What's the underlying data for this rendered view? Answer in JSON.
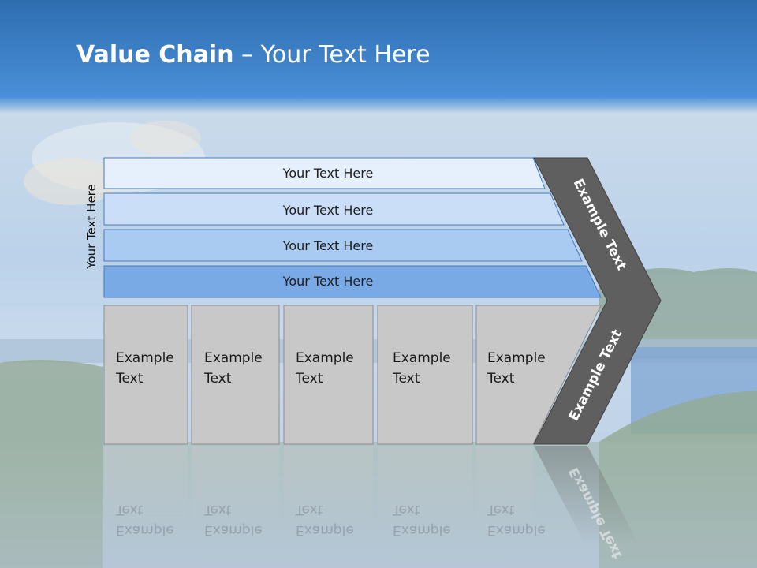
{
  "slide": {
    "title_bold": "Value Chain",
    "title_rest": " – Your Text Here",
    "side_label": "Your Text Here"
  },
  "bars": [
    {
      "label": "Your Text Here",
      "color": "#e6f0fc"
    },
    {
      "label": "Your Text Here",
      "color": "#cadff7"
    },
    {
      "label": "Your Text Here",
      "color": "#a9caf1"
    },
    {
      "label": "Your Text Here",
      "color": "#7aaae6"
    }
  ],
  "cells": [
    {
      "line1": "Example",
      "line2": "Text"
    },
    {
      "line1": "Example",
      "line2": "Text"
    },
    {
      "line1": "Example",
      "line2": "Text"
    },
    {
      "line1": "Example",
      "line2": "Text"
    },
    {
      "line1": "Example",
      "line2": "Text"
    }
  ],
  "chevron": {
    "upper_label": "Example Text",
    "lower_label": "Example Text",
    "color": "#5f5f5f"
  },
  "colors": {
    "sky_top": "#2e6db0",
    "cell_fill": "#c8c8c8",
    "bar_stroke": "#4a7ab5"
  }
}
